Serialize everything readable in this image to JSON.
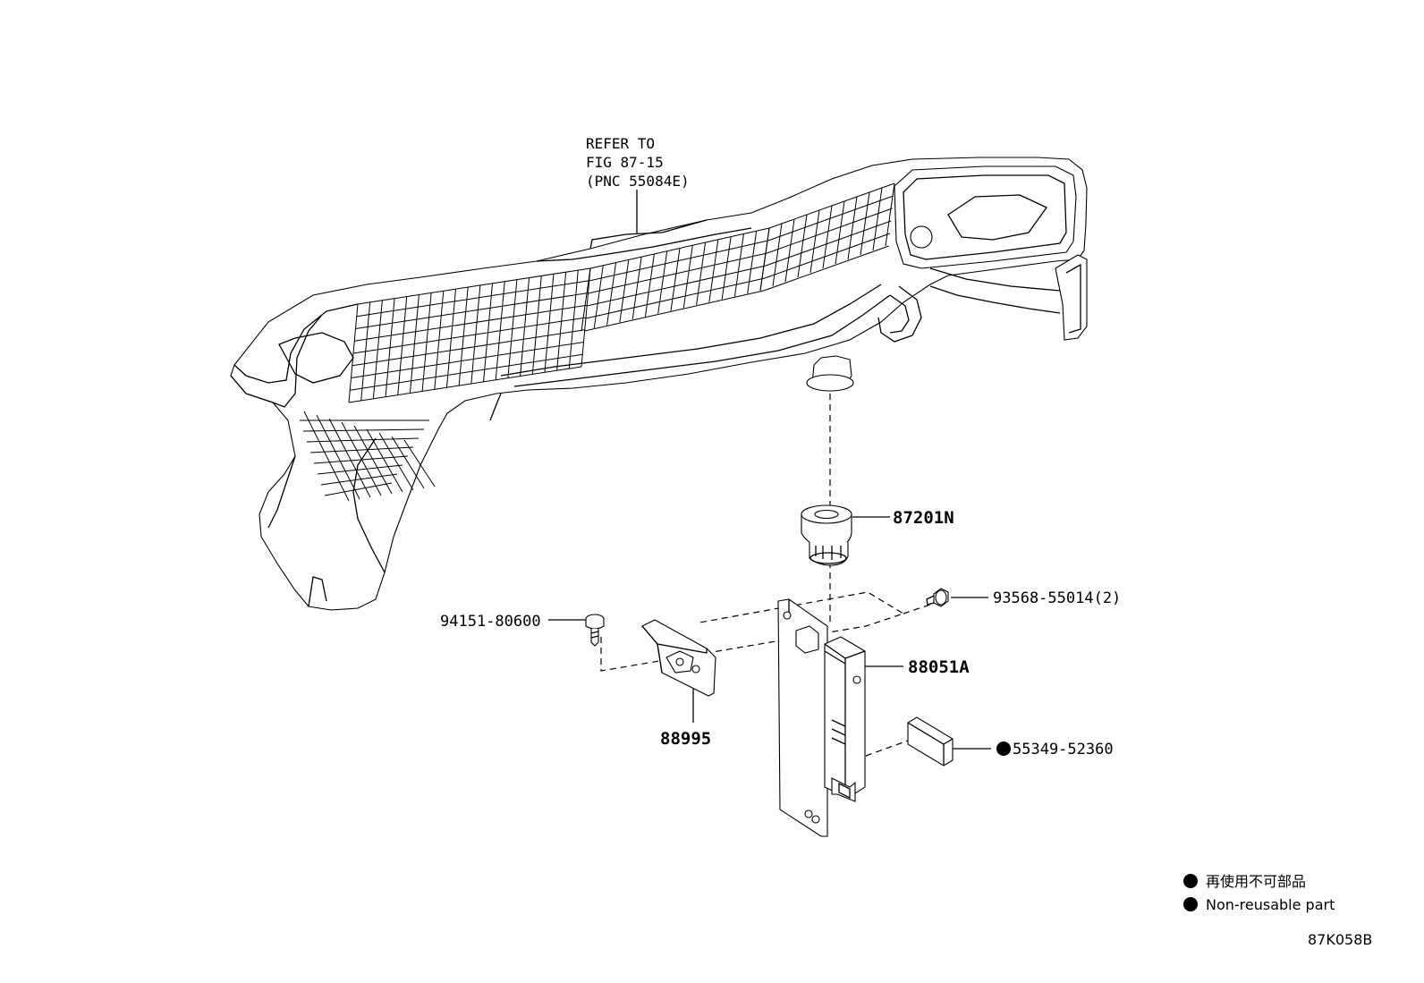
{
  "reference": {
    "line1": "REFER TO",
    "line2": "FIG 87-15",
    "line3": "(PNC 55084E)"
  },
  "parts": {
    "p87201N": "87201N",
    "p93568": "93568-55014(2)",
    "p94151": "94151-80600",
    "p88051A": "88051A",
    "p88995": "88995",
    "p55349": "55349-52360"
  },
  "legend": {
    "ja": "再使用不可部品",
    "en": "Non-reusable part"
  },
  "figure_code": "87K058B"
}
